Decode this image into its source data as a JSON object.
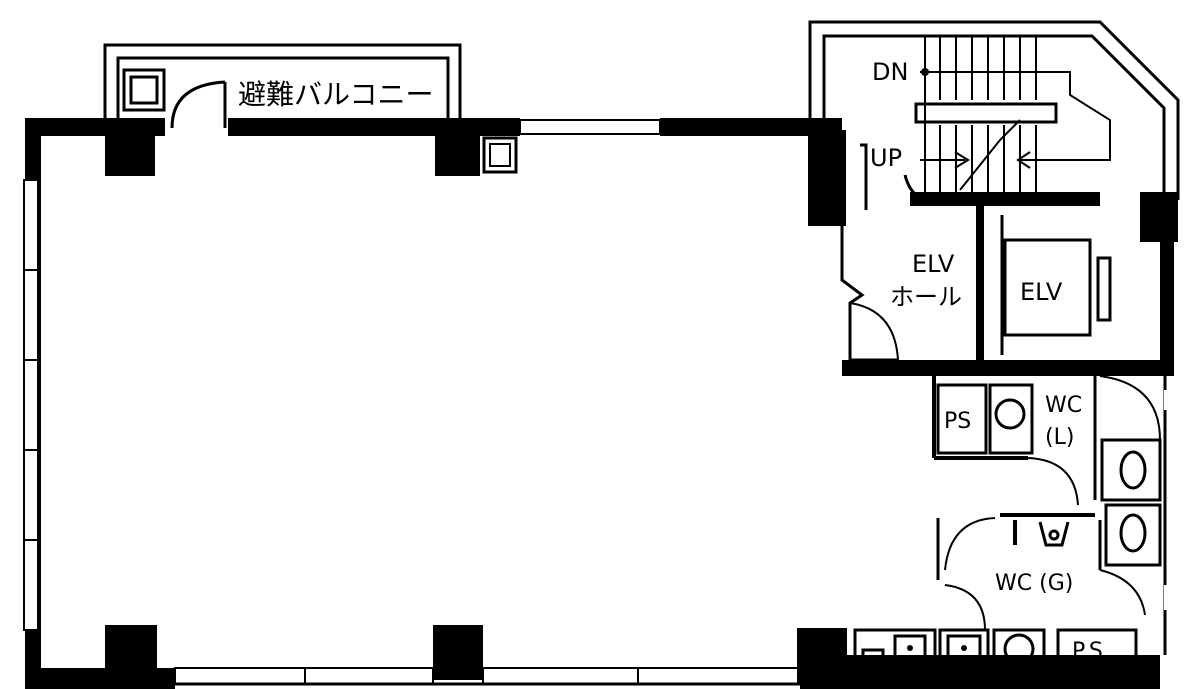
{
  "labels": {
    "balcony": "避難バルコニー",
    "stair_down": "DN",
    "stair_up": "UP",
    "elv_hall_line1": "ELV",
    "elv_hall_line2": "ホール",
    "elevator": "ELV",
    "ps": "PS",
    "wc_ladies_line1": "WC",
    "wc_ladies_line2": "(L)",
    "wc_gents": "WC (G)",
    "ps_bottom": "P.S"
  }
}
